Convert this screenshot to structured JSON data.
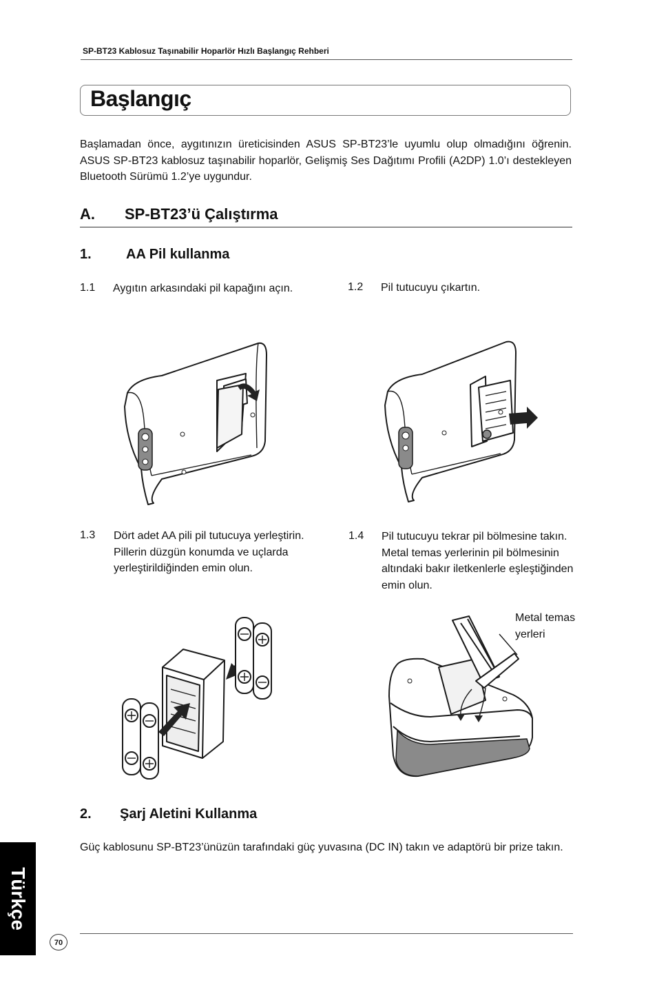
{
  "header": {
    "text": "SP-BT23  Kablosuz Taşınabilir Hoparlör Hızlı Başlangıç Rehberi"
  },
  "title": "Başlangıç",
  "intro": "Başlamadan önce, aygıtınızın üreticisinden ASUS SP-BT23’le uyumlu olup olmadığını öğrenin. ASUS SP-BT23 kablosuz taşınabilir hoparlör, Gelişmiş Ses Dağıtımı Profili (A2DP) 1.0’ı destekleyen Bluetooth Sürümü 1.2’ye uygundur.",
  "section_a": {
    "number": "A.",
    "title": "SP-BT23’ü Çalıştırma"
  },
  "subsection_1": {
    "number": "1.",
    "title": "AA Pil kullanma"
  },
  "steps": [
    {
      "number": "1.1",
      "text": "Aygıtın arkasındaki pil kapağını açın."
    },
    {
      "number": "1.2",
      "text": "Pil tutucuyu çıkartın."
    },
    {
      "number": "1.3",
      "text": "Dört adet AA pili pil tutucuya yerleştirin. Pillerin düzgün konumda ve uçlarda yerleştirildiğinden emin olun."
    },
    {
      "number": "1.4",
      "text": "Pil tutucuyu tekrar pil bölmesine takın. Metal temas yerlerinin pil bölmesinin altındaki bakır iletkenlerle eşleştiğinden emin olun."
    }
  ],
  "callout": "Metal temas yerleri",
  "subsection_2": {
    "number": "2.",
    "title": "Şarj Aletini Kullanma"
  },
  "body2": "Güç kablosunu SP-BT23’ünüzün tarafındaki güç yuvasına (DC IN) takın ve adaptörü bir prize takın.",
  "page_number": "70",
  "language_tab": "Türkçe",
  "icons": [
    "speaker-back-illustration",
    "battery-holder-illustration",
    "aa-battery-illustration",
    "arrow-icon"
  ]
}
